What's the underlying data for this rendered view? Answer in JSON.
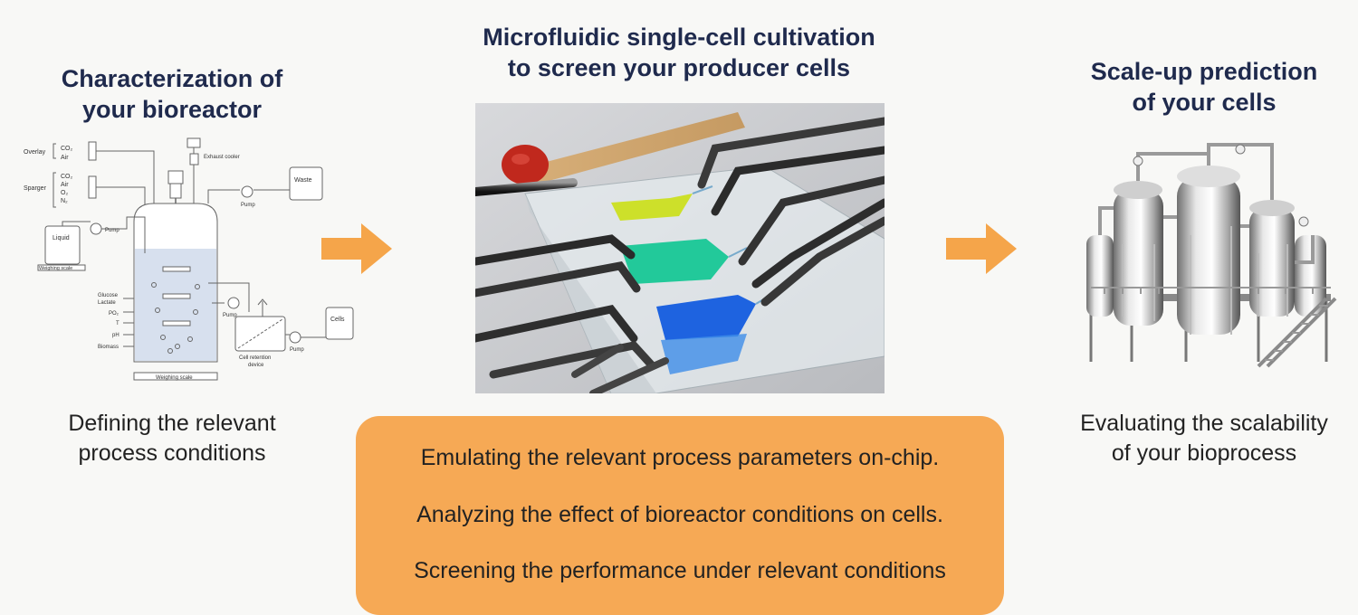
{
  "left": {
    "title_line1": "Characterization of",
    "title_line2": "your bioreactor",
    "caption_line1": "Defining the relevant",
    "caption_line2": "process conditions",
    "diagram_labels": {
      "overlay": "Overlay",
      "sparger": "Sparger",
      "co2": "CO₂",
      "air": "Air",
      "o2": "O₂",
      "n2": "N₂",
      "exhaust_cooler": "Exhaust cooler",
      "waste": "Waste",
      "pump": "Pump",
      "liquid": "Liquid",
      "weighing_scale": "Weighing scale",
      "glucose": "Glucose",
      "lactate": "Lactate",
      "po2": "PO₂",
      "t": "T",
      "ph": "pH",
      "biomass": "Biomass",
      "cells": "Cells",
      "cell_retention_line1": "Cell retention",
      "cell_retention_line2": "device"
    }
  },
  "center": {
    "title_line1": "Microfluidic single-cell cultivation",
    "title_line2": "to screen your producer cells",
    "bullets": [
      "Emulating the relevant process parameters on-chip.",
      "Analyzing the effect of bioreactor conditions on cells.",
      "Screening the performance under relevant conditions"
    ]
  },
  "right": {
    "title_line1": "Scale-up prediction",
    "title_line2": "of your cells",
    "caption_line1": "Evaluating the scalability",
    "caption_line2": "of your bioprocess"
  },
  "colors": {
    "title": "#1f2a4d",
    "arrow": "#f5a54a",
    "orange_box": "#f6a955"
  }
}
